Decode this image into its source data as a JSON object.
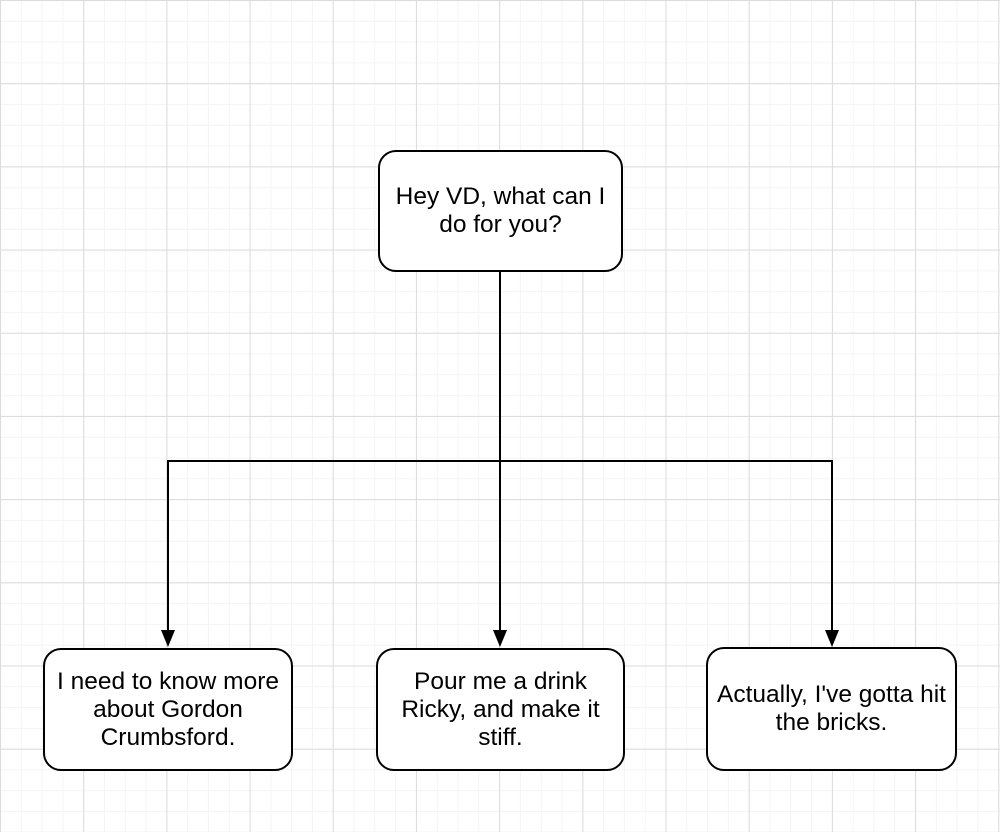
{
  "canvas": {
    "background_color": "#ffffff",
    "grid_minor_color": "#f4f4f4",
    "grid_major_color": "#dbdbdb"
  },
  "style": {
    "node_fill_color": "#ffffff",
    "node_stroke_color": "#000000",
    "text_color": "#000000",
    "connector_color": "#000000"
  },
  "nodes": {
    "root": {
      "text": "Hey VD, what can I\ndo for you?"
    },
    "option_gordon": {
      "text": "I need to know more\nabout Gordon\nCrumbsford."
    },
    "option_drink": {
      "text": "Pour me a drink\nRicky, and make it\nstiff."
    },
    "option_leave": {
      "text": "Actually, I've gotta hit\nthe bricks."
    }
  }
}
